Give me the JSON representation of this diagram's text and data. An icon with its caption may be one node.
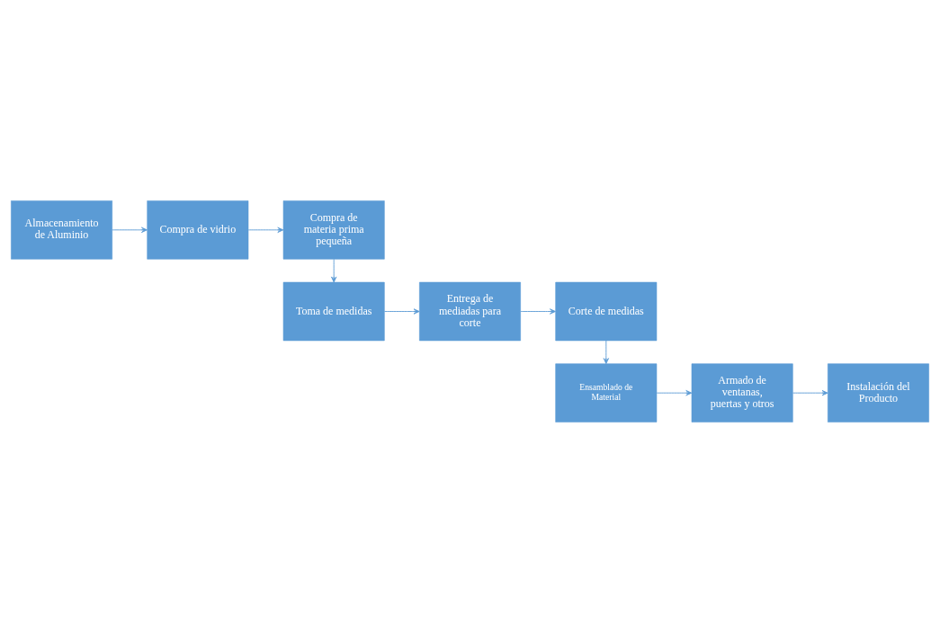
{
  "diagram": {
    "nodes": [
      {
        "text": [
          "Almacenamiento de Aluminio"
        ]
      },
      {
        "text": [
          "Compra de vidrio"
        ]
      },
      {
        "text": [
          "Compra de materia prima pequeña"
        ]
      },
      {
        "text": [
          "Toma de medidas"
        ]
      },
      {
        "text": [
          "Entrega de mediadas para corte"
        ]
      },
      {
        "text": [
          "Corte de medidas"
        ]
      },
      {
        "text": [
          "Ensamblado de Material"
        ]
      },
      {
        "text": [
          "Armado de ventanas, puertas y otros"
        ]
      },
      {
        "text": [
          "Instalación del Producto"
        ]
      }
    ],
    "edges": [
      {
        "from": 0,
        "to": 1,
        "arrow": "to"
      },
      {
        "from": 1,
        "to": 2,
        "arrow": "to"
      },
      {
        "from": 2,
        "to": 3,
        "arrow": "to"
      },
      {
        "from": 3,
        "to": 4,
        "arrow": "to"
      },
      {
        "from": 4,
        "to": 5,
        "arrow": "to"
      },
      {
        "from": 5,
        "to": 6,
        "arrow": "to"
      },
      {
        "from": 6,
        "to": 7,
        "arrow": "to"
      },
      {
        "from": 7,
        "to": 8,
        "arrow": "to"
      }
    ]
  }
}
